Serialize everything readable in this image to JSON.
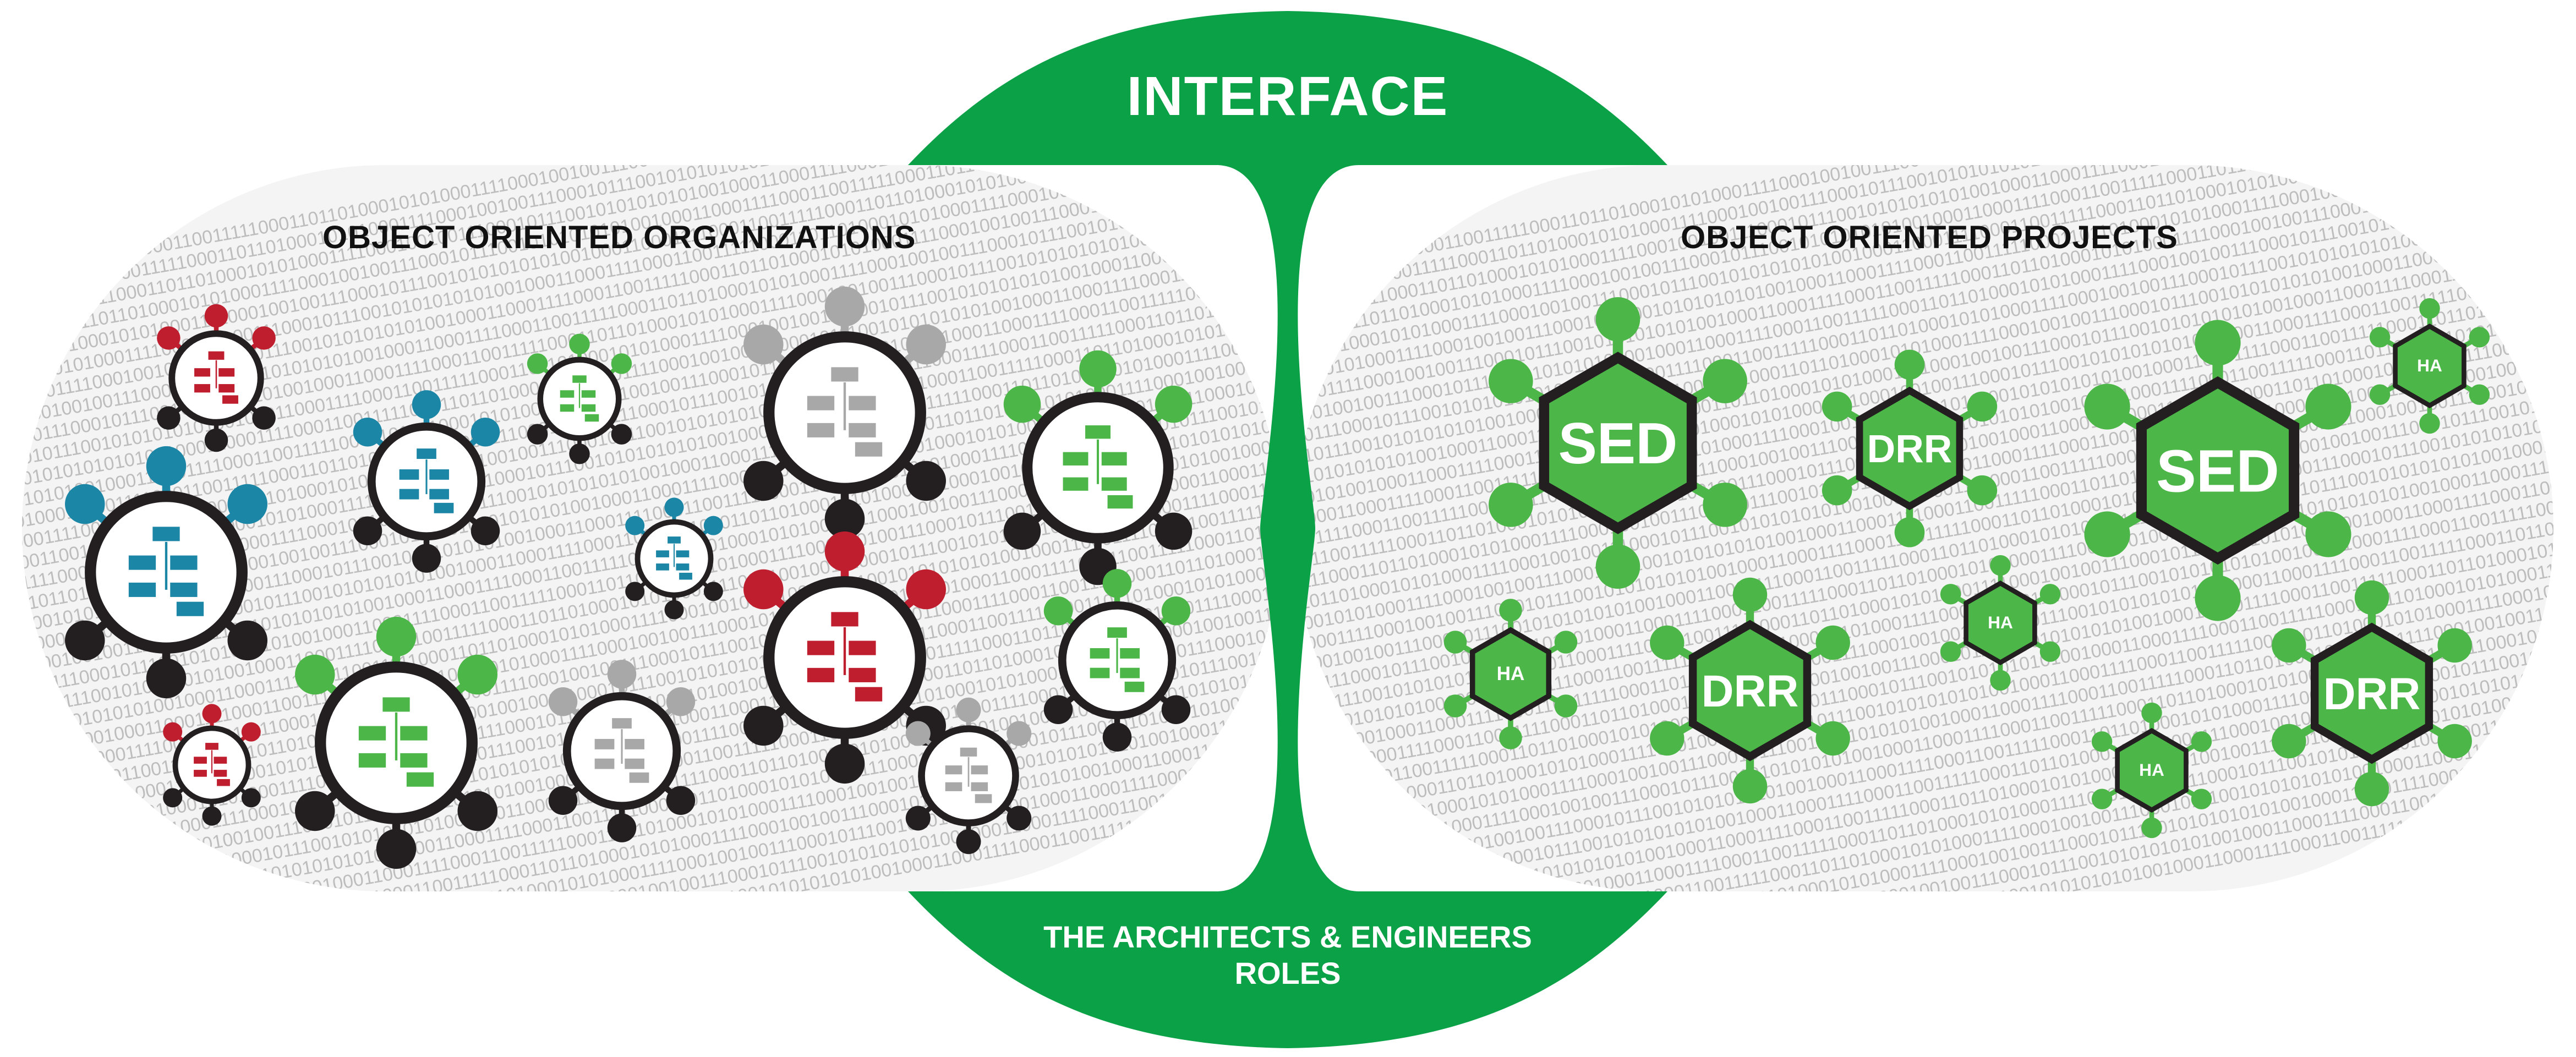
{
  "titles": {
    "interface": "INTERFACE",
    "organizations": "OBJECT ORIENTED ORGANIZATIONS",
    "projects": "OBJECT ORIENTED PROJECTS",
    "roles_line1": "THE ARCHITECTS & ENGINEERS",
    "roles_line2": "ROLES"
  },
  "colors": {
    "interface_green": "#0aa147",
    "project_green": "#4cb748",
    "org_red": "#bf1e2e",
    "org_blue": "#1c86a6",
    "org_green": "#4cb748",
    "org_gray": "#a8a8a8",
    "outline_dark": "#231f20",
    "binary_gray": "#bdbdbd"
  },
  "binary_pattern_text": "1010101001000110001111000110011111000110110100010101000111100010010011100010111001010",
  "organizations": [
    {
      "color": "red",
      "size": "small"
    },
    {
      "color": "blue",
      "size": "medium"
    },
    {
      "color": "green",
      "size": "small"
    },
    {
      "color": "gray",
      "size": "large"
    },
    {
      "color": "green",
      "size": "large"
    },
    {
      "color": "blue",
      "size": "large"
    },
    {
      "color": "blue",
      "size": "small"
    },
    {
      "color": "red",
      "size": "large"
    },
    {
      "color": "green",
      "size": "medium"
    },
    {
      "color": "red",
      "size": "small"
    },
    {
      "color": "green",
      "size": "large"
    },
    {
      "color": "gray",
      "size": "medium"
    },
    {
      "color": "gray",
      "size": "small"
    }
  ],
  "projects": [
    {
      "label": "SED",
      "size": "large"
    },
    {
      "label": "DRR",
      "size": "medium"
    },
    {
      "label": "SED",
      "size": "large"
    },
    {
      "label": "HA",
      "size": "small"
    },
    {
      "label": "HA",
      "size": "small"
    },
    {
      "label": "HA",
      "size": "small"
    },
    {
      "label": "DRR",
      "size": "medium"
    },
    {
      "label": "DRR",
      "size": "medium"
    },
    {
      "label": "HA",
      "size": "small"
    }
  ]
}
